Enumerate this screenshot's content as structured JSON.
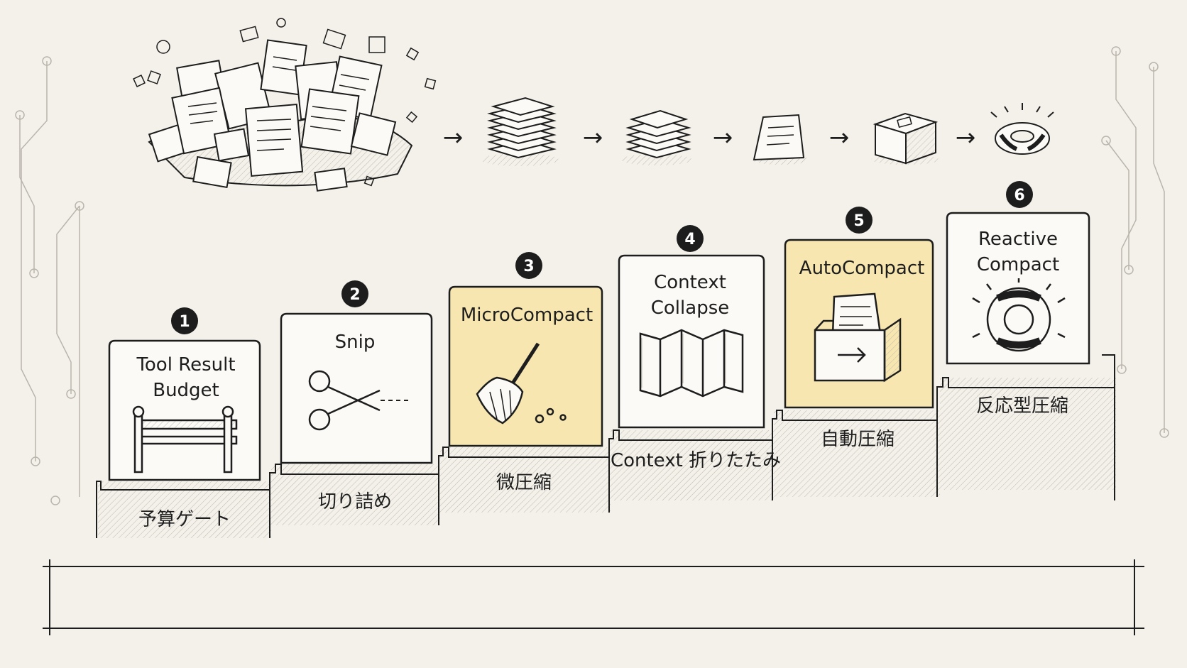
{
  "flow": {
    "arrows": [
      "→",
      "→",
      "→",
      "→",
      "→"
    ],
    "icons": [
      "document-pile-icon",
      "large-stack-icon",
      "small-stack-icon",
      "single-page-icon",
      "box-icon",
      "lifebuoy-icon"
    ]
  },
  "steps": [
    {
      "number": "1",
      "title": [
        "Tool Result",
        "Budget"
      ],
      "subtitle": "予算ゲート",
      "highlight": false,
      "icon": "barrier-icon"
    },
    {
      "number": "2",
      "title": [
        "Snip"
      ],
      "subtitle": "切り詰め",
      "highlight": false,
      "icon": "scissors-icon"
    },
    {
      "number": "3",
      "title": [
        "MicroCompact"
      ],
      "subtitle": "微圧縮",
      "highlight": true,
      "icon": "broom-icon"
    },
    {
      "number": "4",
      "title": [
        "Context",
        "Collapse"
      ],
      "subtitle": "Context 折りたたみ",
      "highlight": false,
      "icon": "folded-map-icon"
    },
    {
      "number": "5",
      "title": [
        "AutoCompact"
      ],
      "subtitle": "自動圧縮",
      "highlight": true,
      "icon": "archive-box-icon"
    },
    {
      "number": "6",
      "title": [
        "Reactive",
        "Compact"
      ],
      "subtitle": "反応型圧縮",
      "highlight": false,
      "icon": "lifebuoy-icon"
    }
  ],
  "colors": {
    "highlight": "#f7e6b0",
    "card": "#fbfaf6",
    "ink": "#1d1d1d",
    "background": "#f4f1ea"
  }
}
